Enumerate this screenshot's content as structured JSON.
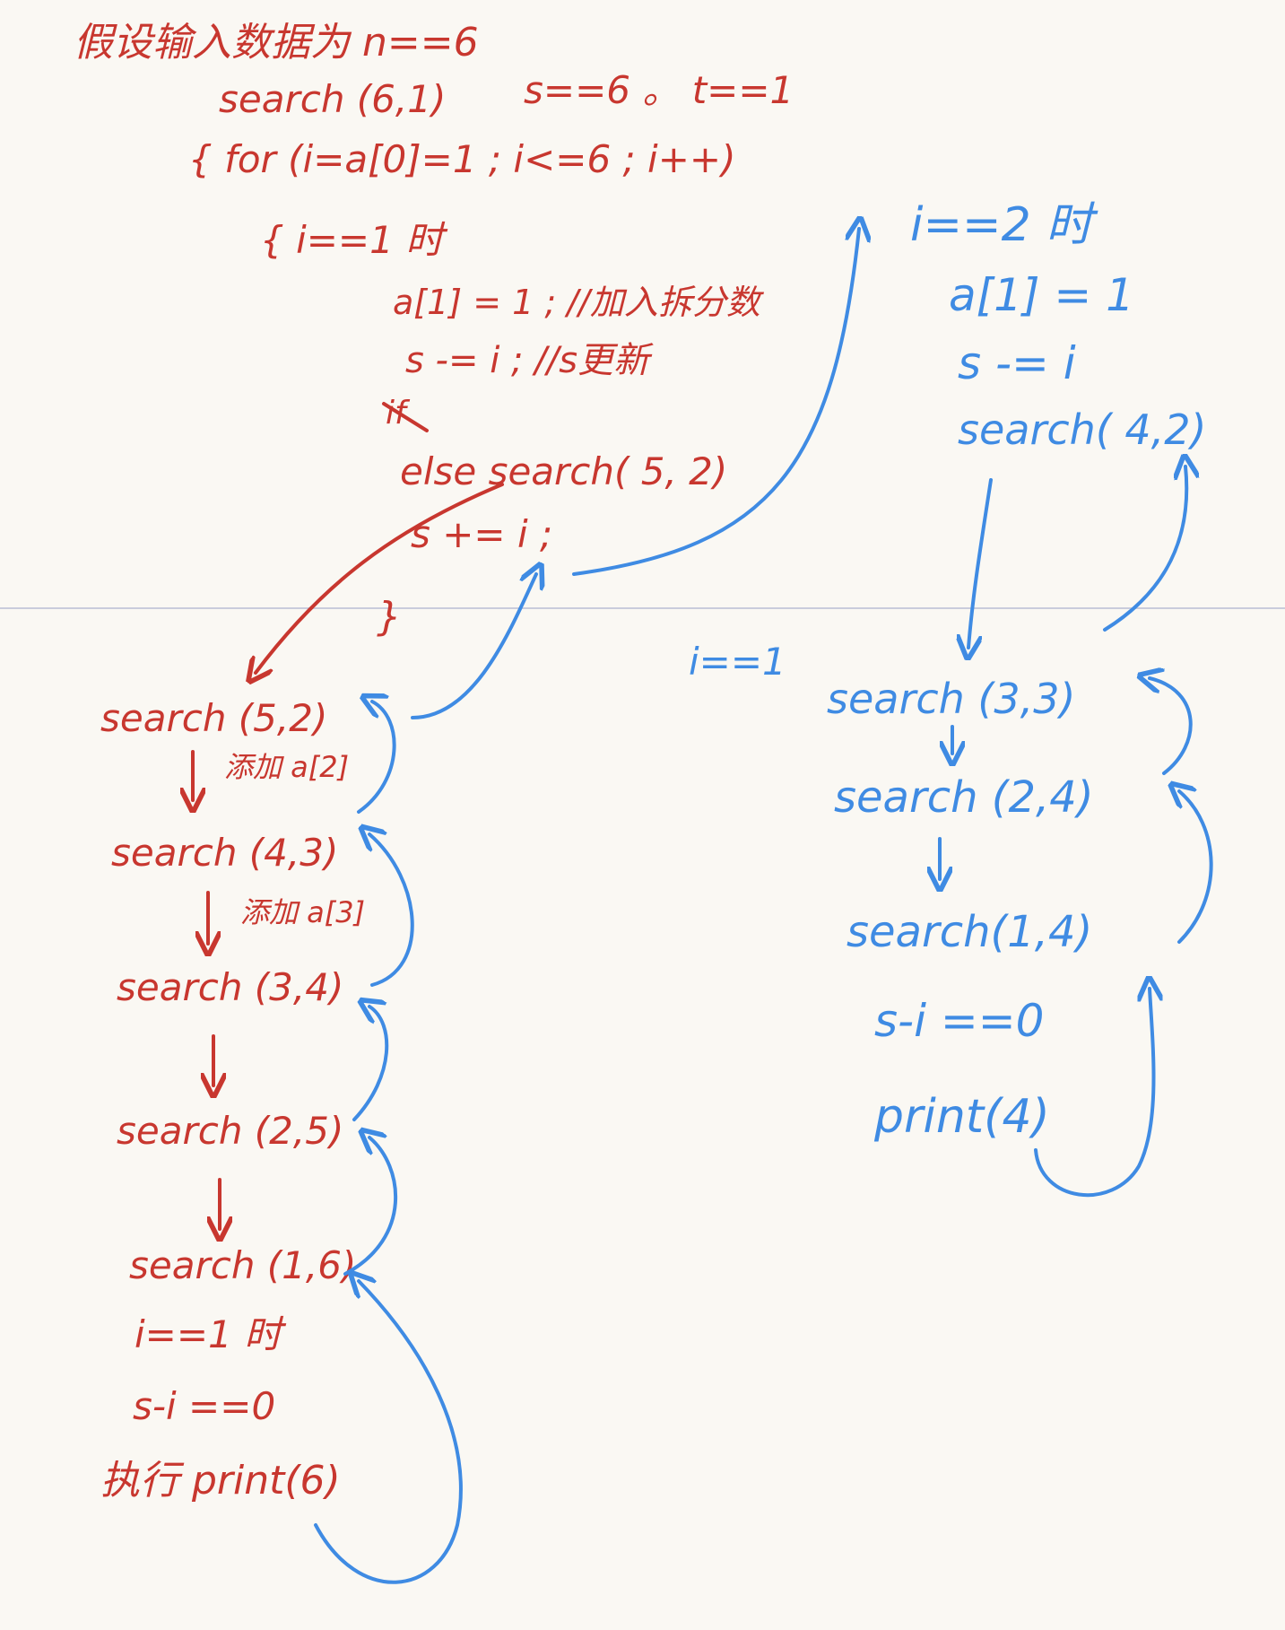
{
  "red_notes": {
    "header": "假设输入数据为 n==6",
    "call": "search (6,1)",
    "state": "s==6 。 t==1",
    "loop": "{ for (i=a[0]=1 ; i<=6 ; i++)",
    "when_i1": "{  i==1 时",
    "assign": "a[1] = 1 ; //加入拆分数",
    "update_s": "s -= i ; //s更新",
    "crossed_if": "if",
    "else_call": "else search( 5, 2)",
    "restore": "s += i ;",
    "close_brace": "}"
  },
  "left_chain": {
    "c1": "search (5,2)",
    "add2": "添加 a[2]",
    "c2": "search (4,3)",
    "add3": "添加 a[3]",
    "c3": "search (3,4)",
    "c4": "search (2,5)",
    "c5": "search (1,6)",
    "i_eq": "i==1 时",
    "s_minus": "s-i ==0",
    "exec": "执行 print(6)"
  },
  "blue_notes": {
    "i_eq_2": "i==2 时",
    "a1": "a[1] = 1",
    "s_minus": "s -= i",
    "call_42": "search( 4,2)",
    "i_eq_1": "i==1",
    "c33": "search (3,3)",
    "c24": "search (2,4)",
    "c14": "search(1,4)",
    "s_zero": "s-i ==0",
    "print4": "print(4)"
  },
  "colors": {
    "red": "#c8372f",
    "blue": "#3f8be3",
    "paper": "#faf8f3",
    "rule": "#c9ccdc"
  }
}
